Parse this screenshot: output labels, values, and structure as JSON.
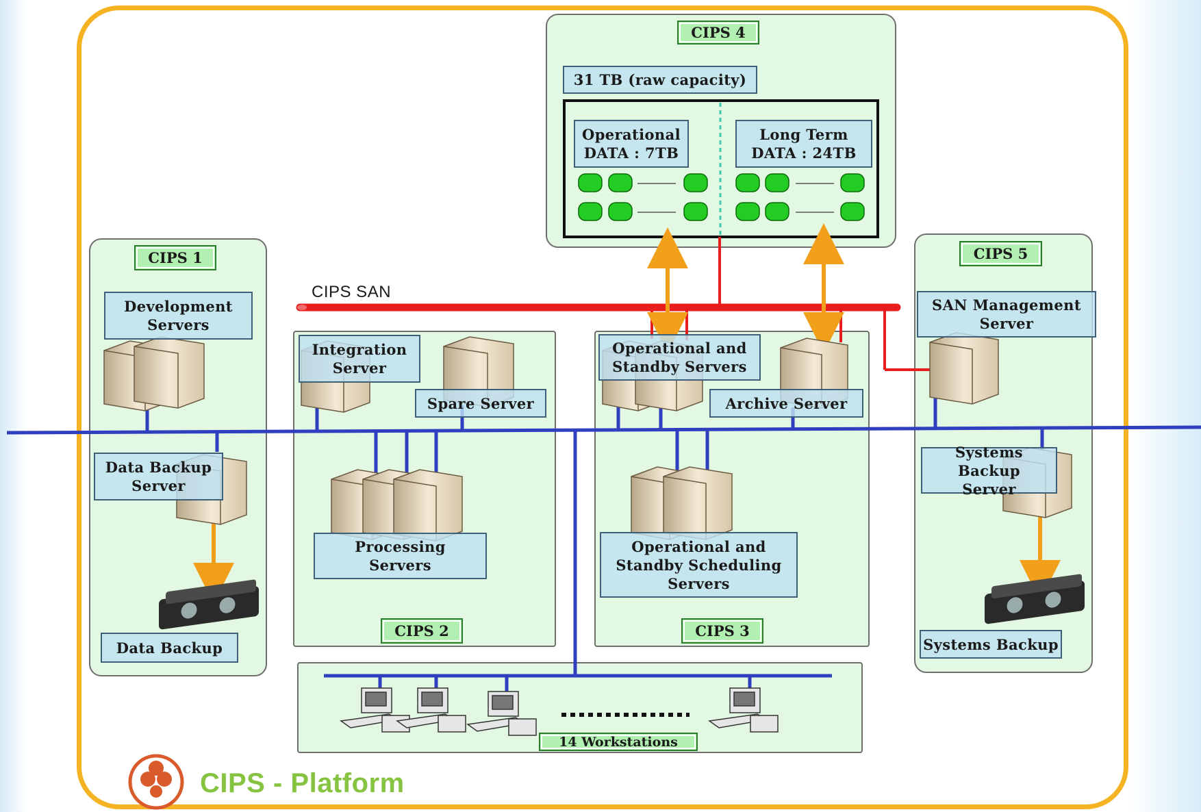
{
  "diagram": {
    "zones": {
      "cips1": "CIPS 1",
      "cips2": "CIPS 2",
      "cips3": "CIPS 3",
      "cips4": "CIPS 4",
      "cips5": "CIPS 5"
    },
    "storage": {
      "capacity": "31 TB (raw capacity)",
      "operational": "Operational\nDATA : 7TB",
      "long_term": "Long Term\nDATA : 24TB"
    },
    "san_label": "CIPS SAN",
    "labels": {
      "development_servers": "Development\nServers",
      "data_backup_server": "Data Backup\nServer",
      "data_backup": "Data Backup",
      "integration_server": "Integration\nServer",
      "spare_server": "Spare Server",
      "processing_servers": "Processing\nServers",
      "operational_standby_servers": "Operational and\nStandby Servers",
      "archive_server": "Archive Server",
      "scheduling_servers": "Operational and\nStandby Scheduling\nServers",
      "san_management_server": "SAN Management\nServer",
      "systems_backup_server": "Systems Backup\nServer",
      "systems_backup": "Systems Backup",
      "workstations": "14 Workstations"
    },
    "footer_logo_text": "CIPS - Platform",
    "colors": {
      "frame": "#f5b324",
      "lan": "#2f3fbf",
      "san": "#e81e1e",
      "link": "#f2a01c",
      "zone_fill": "#e2f8e2",
      "disk": "#22cc22"
    }
  }
}
